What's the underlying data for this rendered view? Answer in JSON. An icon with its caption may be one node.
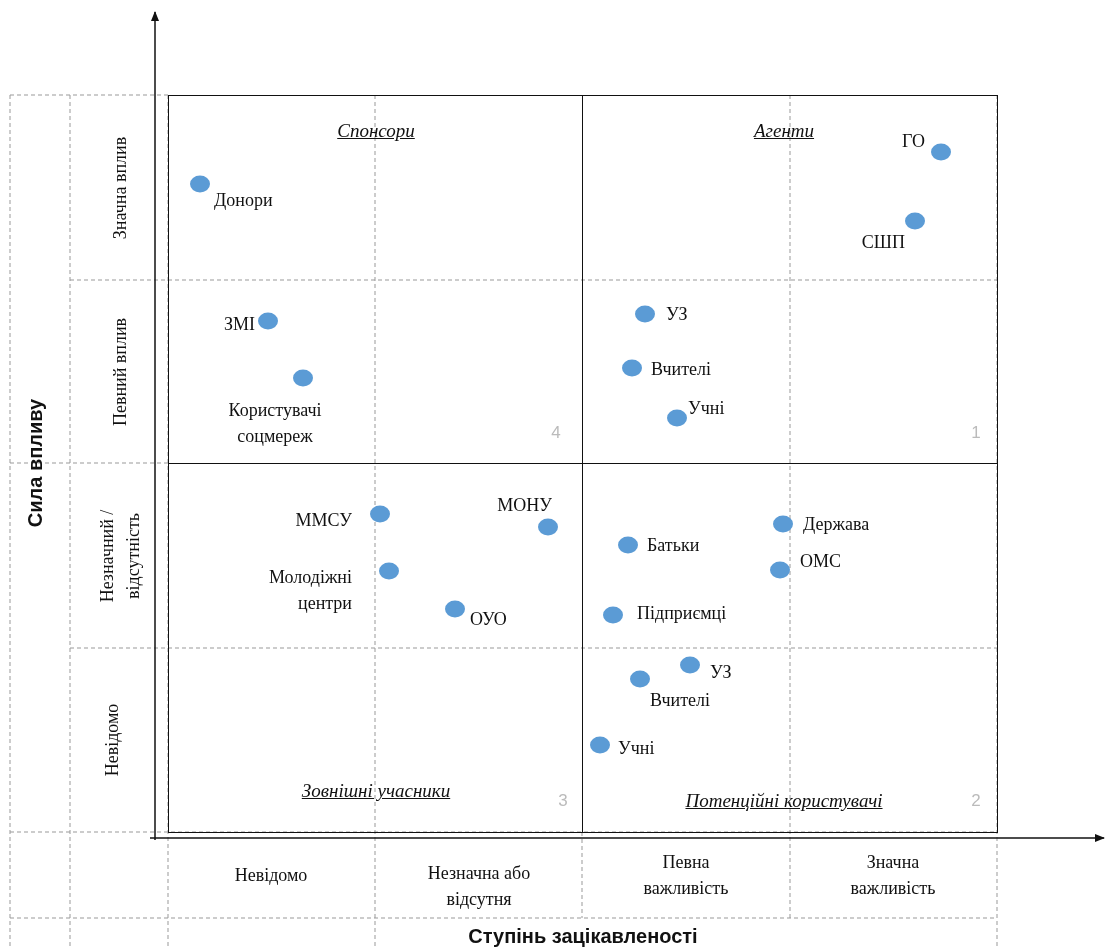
{
  "diagram": {
    "nodes": [
      {
        "text": [
          "Спонсори",
          "4"
        ]
      },
      {
        "text": [
          "Агенти",
          "1"
        ]
      },
      {
        "text": [
          "Зовнішні учасники",
          "3"
        ]
      },
      {
        "text": [
          "Потенційні користувачі",
          "2"
        ]
      }
    ],
    "labels": [
      "Сила впливу",
      "Значна вплив",
      "Певний вплив",
      "Незначний / відсутність",
      "Невідомо",
      "ГО",
      "Донори",
      "СШП",
      "ЗМІ",
      "УЗ",
      "Вчителі",
      "Користувачі соцмереж",
      "Учні",
      "ММСУ",
      "МОНУ",
      "Держава",
      "Батьки",
      "ОМС",
      "Молодіжні центри",
      "ОУО",
      "Підприємці",
      "УЗ",
      "Вчителі",
      "Учні",
      "Невідомо",
      "Незначна або відсутня",
      "Певна важливість",
      "Значна важливість",
      "Ступінь зацікавленості"
    ]
  }
}
